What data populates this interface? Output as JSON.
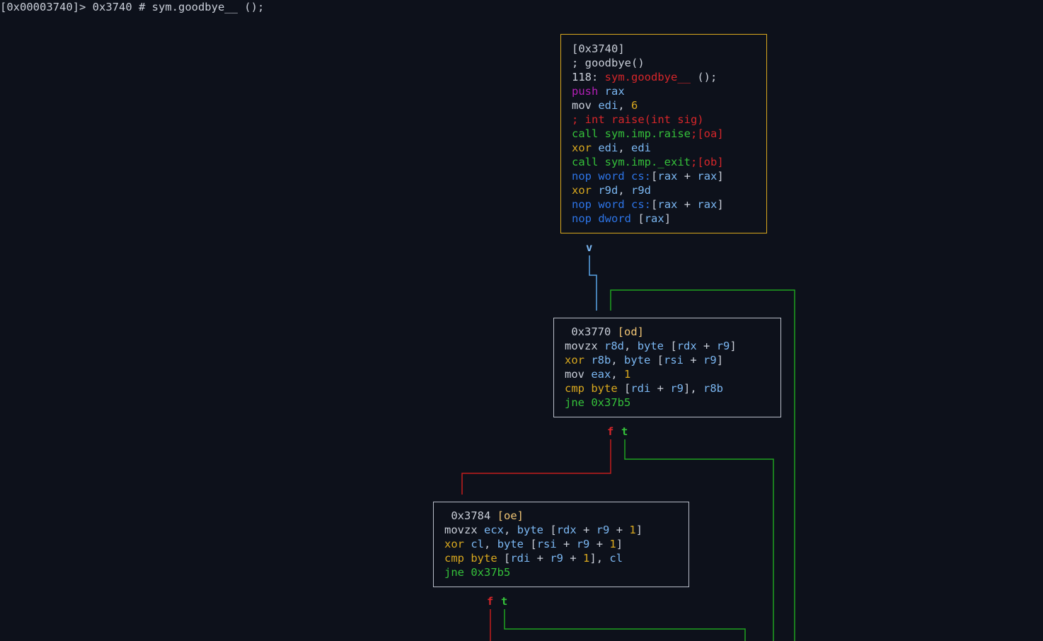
{
  "prompt": {
    "address": "[0x00003740]>",
    "command": "0x3740 # sym.goodbye__ ();"
  },
  "colors": {
    "background": "#0d111b",
    "selected_border": "#d9a81e",
    "block_border": "#b9bec9",
    "edge_true": "#1fa31f",
    "edge_false": "#c41d1d",
    "edge_uncond": "#5aa6e8"
  },
  "blocks": [
    {
      "lines": [
        [
          [
            "[0x3740]",
            "wht"
          ]
        ],
        [
          [
            "; goodbye()",
            "wht"
          ]
        ],
        [
          [
            "118: ",
            "wht"
          ],
          [
            "sym.goodbye__",
            "red"
          ],
          [
            " ();",
            "wht"
          ]
        ],
        [
          [
            "push",
            "mag"
          ],
          [
            " ",
            "wht"
          ],
          [
            "rax",
            "blu"
          ]
        ],
        [
          [
            "mov",
            "wht"
          ],
          [
            " ",
            "wht"
          ],
          [
            "edi",
            "blu"
          ],
          [
            ", ",
            "wht"
          ],
          [
            "6",
            "yel"
          ]
        ],
        [
          [
            "; int raise(int sig)",
            "red"
          ]
        ],
        [
          [
            "call",
            "grn"
          ],
          [
            " ",
            "wht"
          ],
          [
            "sym.imp.raise",
            "grn"
          ],
          [
            ";[oa]",
            "red"
          ]
        ],
        [
          [
            "xor",
            "yel"
          ],
          [
            " ",
            "wht"
          ],
          [
            "edi",
            "blu"
          ],
          [
            ", ",
            "wht"
          ],
          [
            "edi",
            "blu"
          ]
        ],
        [
          [
            "call",
            "grn"
          ],
          [
            " ",
            "wht"
          ],
          [
            "sym.imp._exit",
            "grn"
          ],
          [
            ";[ob]",
            "red"
          ]
        ],
        [
          [
            "nop",
            "dblu"
          ],
          [
            " ",
            "wht"
          ],
          [
            "word",
            "dblu"
          ],
          [
            " ",
            "wht"
          ],
          [
            "cs:",
            "dblu"
          ],
          [
            "[",
            "wht"
          ],
          [
            "rax",
            "blu"
          ],
          [
            " + ",
            "wht"
          ],
          [
            "rax",
            "blu"
          ],
          [
            "]",
            "wht"
          ]
        ],
        [
          [
            "xor",
            "yel"
          ],
          [
            " ",
            "wht"
          ],
          [
            "r9d",
            "blu"
          ],
          [
            ", ",
            "wht"
          ],
          [
            "r9d",
            "blu"
          ]
        ],
        [
          [
            "nop",
            "dblu"
          ],
          [
            " ",
            "wht"
          ],
          [
            "word",
            "dblu"
          ],
          [
            " ",
            "wht"
          ],
          [
            "cs:",
            "dblu"
          ],
          [
            "[",
            "wht"
          ],
          [
            "rax",
            "blu"
          ],
          [
            " + ",
            "wht"
          ],
          [
            "rax",
            "blu"
          ],
          [
            "]",
            "wht"
          ]
        ],
        [
          [
            "nop",
            "dblu"
          ],
          [
            " ",
            "wht"
          ],
          [
            "dword",
            "dblu"
          ],
          [
            " ",
            "wht"
          ],
          [
            "[",
            "wht"
          ],
          [
            "rax",
            "blu"
          ],
          [
            "]",
            "wht"
          ]
        ]
      ]
    },
    {
      "lines": [
        [
          [
            " 0x3770 ",
            "wht"
          ],
          [
            "[od]",
            "org"
          ]
        ],
        [
          [
            "movzx",
            "wht"
          ],
          [
            " ",
            "wht"
          ],
          [
            "r8d",
            "blu"
          ],
          [
            ", ",
            "wht"
          ],
          [
            "byte",
            "blu"
          ],
          [
            " [",
            "wht"
          ],
          [
            "rdx",
            "blu"
          ],
          [
            " + ",
            "wht"
          ],
          [
            "r9",
            "blu"
          ],
          [
            "]",
            "wht"
          ]
        ],
        [
          [
            "xor",
            "yel"
          ],
          [
            " ",
            "wht"
          ],
          [
            "r8b",
            "blu"
          ],
          [
            ", ",
            "wht"
          ],
          [
            "byte",
            "blu"
          ],
          [
            " [",
            "wht"
          ],
          [
            "rsi",
            "blu"
          ],
          [
            " + ",
            "wht"
          ],
          [
            "r9",
            "blu"
          ],
          [
            "]",
            "wht"
          ]
        ],
        [
          [
            "mov",
            "wht"
          ],
          [
            " ",
            "wht"
          ],
          [
            "eax",
            "blu"
          ],
          [
            ", ",
            "wht"
          ],
          [
            "1",
            "yel"
          ]
        ],
        [
          [
            "cmp",
            "yel"
          ],
          [
            " ",
            "wht"
          ],
          [
            "byte",
            "yel"
          ],
          [
            " [",
            "wht"
          ],
          [
            "rdi",
            "blu"
          ],
          [
            " + ",
            "wht"
          ],
          [
            "r9",
            "blu"
          ],
          [
            "], ",
            "wht"
          ],
          [
            "r8b",
            "blu"
          ]
        ],
        [
          [
            "jne",
            "grn"
          ],
          [
            " ",
            "wht"
          ],
          [
            "0x37b5",
            "grn"
          ]
        ]
      ]
    },
    {
      "lines": [
        [
          [
            " 0x3784 ",
            "wht"
          ],
          [
            "[oe]",
            "org"
          ]
        ],
        [
          [
            "movzx",
            "wht"
          ],
          [
            " ",
            "wht"
          ],
          [
            "ecx",
            "blu"
          ],
          [
            ", ",
            "wht"
          ],
          [
            "byte",
            "blu"
          ],
          [
            " [",
            "wht"
          ],
          [
            "rdx",
            "blu"
          ],
          [
            " + ",
            "wht"
          ],
          [
            "r9",
            "blu"
          ],
          [
            " + ",
            "wht"
          ],
          [
            "1",
            "yel"
          ],
          [
            "]",
            "wht"
          ]
        ],
        [
          [
            "xor",
            "yel"
          ],
          [
            " ",
            "wht"
          ],
          [
            "cl",
            "blu"
          ],
          [
            ", ",
            "wht"
          ],
          [
            "byte",
            "blu"
          ],
          [
            " [",
            "wht"
          ],
          [
            "rsi",
            "blu"
          ],
          [
            " + ",
            "wht"
          ],
          [
            "r9",
            "blu"
          ],
          [
            " + ",
            "wht"
          ],
          [
            "1",
            "yel"
          ],
          [
            "]",
            "wht"
          ]
        ],
        [
          [
            "cmp",
            "yel"
          ],
          [
            " ",
            "wht"
          ],
          [
            "byte",
            "yel"
          ],
          [
            " [",
            "wht"
          ],
          [
            "rdi",
            "blu"
          ],
          [
            " + ",
            "wht"
          ],
          [
            "r9",
            "blu"
          ],
          [
            " + ",
            "wht"
          ],
          [
            "1",
            "yel"
          ],
          [
            "], ",
            "wht"
          ],
          [
            "cl",
            "blu"
          ]
        ],
        [
          [
            "jne",
            "grn"
          ],
          [
            " ",
            "wht"
          ],
          [
            "0x37b5",
            "grn"
          ]
        ]
      ]
    }
  ],
  "edge_labels": {
    "uncond": "v",
    "false": "f",
    "true": "t"
  }
}
